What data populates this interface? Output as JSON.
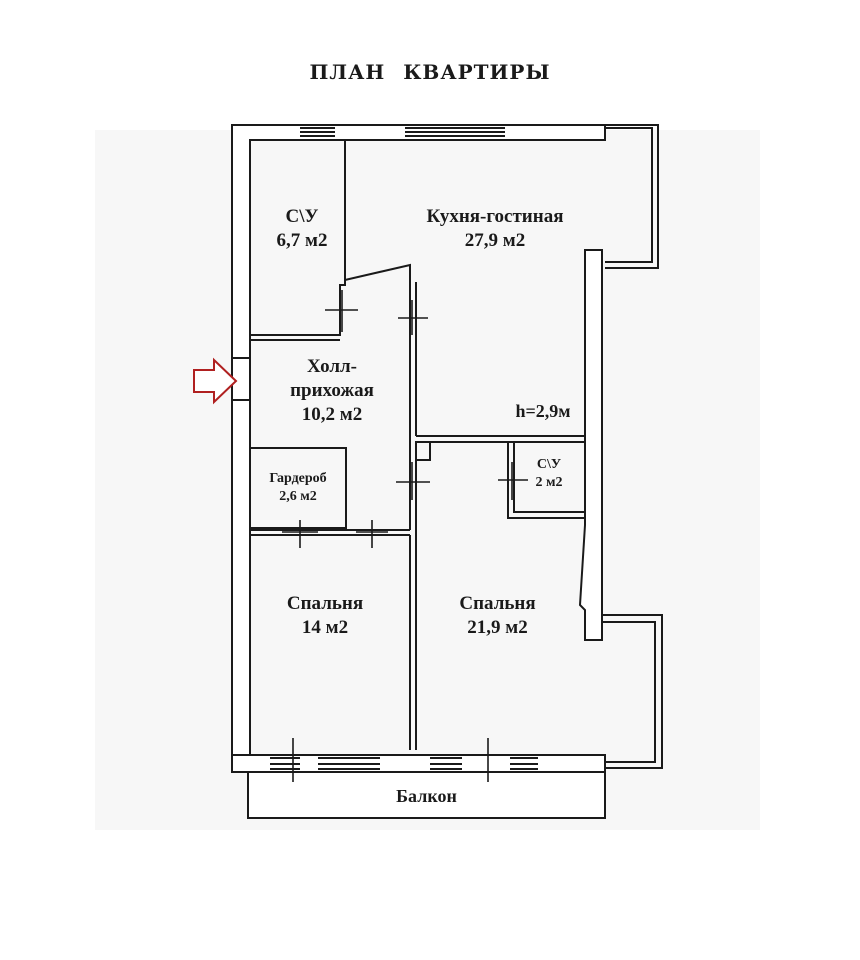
{
  "title": "ПЛАН   КВАРТИРЫ",
  "rooms": {
    "bathroom_main": {
      "name": "С\\У",
      "area": "6,7 м2"
    },
    "kitchen_living": {
      "name": "Кухня-гостиная",
      "area": "27,9 м2"
    },
    "hall": {
      "name": "Холл-",
      "name2": "прихожая",
      "area": "10,2 м2"
    },
    "ceiling_height": "h=2,9м",
    "bathroom_small": {
      "name": "С\\У",
      "area": "2 м2"
    },
    "wardrobe": {
      "name": "Гардероб",
      "area": "2,6 м2"
    },
    "bedroom_left": {
      "name": "Спальня",
      "area": "14 м2"
    },
    "bedroom_right": {
      "name": "Спальня",
      "area": "21,9 м2"
    },
    "balcony": {
      "name": "Балкон"
    }
  },
  "colors": {
    "wall": "#1a1a1a",
    "entrance_arrow": "#b02020",
    "background": "#ffffff"
  }
}
